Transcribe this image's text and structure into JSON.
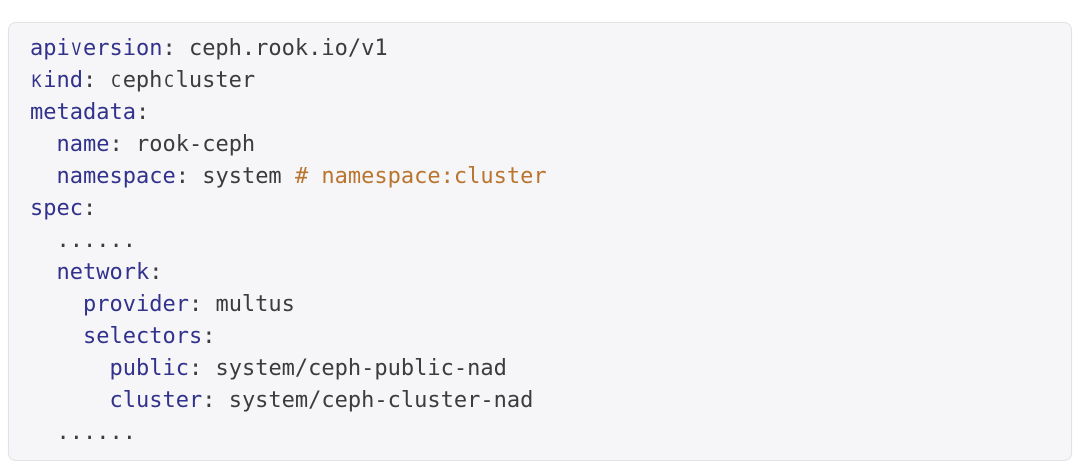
{
  "type": "code-block",
  "language": "yaml",
  "theme": {
    "page_background": "#ffffff",
    "panel_background": "#f6f6f8",
    "panel_border": "#e2e2e4",
    "key_color": "#32328c",
    "plain_color": "#3c3c3c",
    "comment_color": "#b9752f"
  },
  "code": {
    "raw_text": "apiVersion: ceph.rook.io/v1\nKind: CephCluster\nmetadata:\n  name: rook-ceph\n  namespace: system # namespace:cluster\nspec:\n  ......\n  network:\n    provider: multus\n    selectors:\n      public: system/ceph-public-nad\n      cluster: system/ceph-cluster-nad\n  ......",
    "lines": [
      {
        "segments": [
          {
            "type": "key",
            "text": "apiVersion"
          },
          {
            "type": "plain",
            "text": ": ceph.rook.io/v1"
          }
        ]
      },
      {
        "segments": [
          {
            "type": "key",
            "text": "Kind"
          },
          {
            "type": "plain",
            "text": ": CephCluster"
          }
        ]
      },
      {
        "segments": [
          {
            "type": "key",
            "text": "metadata"
          },
          {
            "type": "plain",
            "text": ":"
          }
        ]
      },
      {
        "segments": [
          {
            "type": "plain",
            "text": "  "
          },
          {
            "type": "key",
            "text": "name"
          },
          {
            "type": "plain",
            "text": ": rook-ceph"
          }
        ]
      },
      {
        "segments": [
          {
            "type": "plain",
            "text": "  "
          },
          {
            "type": "key",
            "text": "namespace"
          },
          {
            "type": "plain",
            "text": ": system "
          },
          {
            "type": "comment",
            "text": "# namespace:cluster"
          }
        ]
      },
      {
        "segments": [
          {
            "type": "key",
            "text": "spec"
          },
          {
            "type": "plain",
            "text": ":"
          }
        ]
      },
      {
        "segments": [
          {
            "type": "plain",
            "text": "  ......"
          }
        ]
      },
      {
        "segments": [
          {
            "type": "plain",
            "text": "  "
          },
          {
            "type": "key",
            "text": "network"
          },
          {
            "type": "plain",
            "text": ":"
          }
        ]
      },
      {
        "segments": [
          {
            "type": "plain",
            "text": "    "
          },
          {
            "type": "key",
            "text": "provider"
          },
          {
            "type": "plain",
            "text": ": multus"
          }
        ]
      },
      {
        "segments": [
          {
            "type": "plain",
            "text": "    "
          },
          {
            "type": "key",
            "text": "selectors"
          },
          {
            "type": "plain",
            "text": ":"
          }
        ]
      },
      {
        "segments": [
          {
            "type": "plain",
            "text": "      "
          },
          {
            "type": "key",
            "text": "public"
          },
          {
            "type": "plain",
            "text": ": system/ceph-public-nad"
          }
        ]
      },
      {
        "segments": [
          {
            "type": "plain",
            "text": "      "
          },
          {
            "type": "key",
            "text": "cluster"
          },
          {
            "type": "plain",
            "text": ": system/ceph-cluster-nad"
          }
        ]
      },
      {
        "segments": [
          {
            "type": "plain",
            "text": "  ......"
          }
        ]
      }
    ]
  }
}
